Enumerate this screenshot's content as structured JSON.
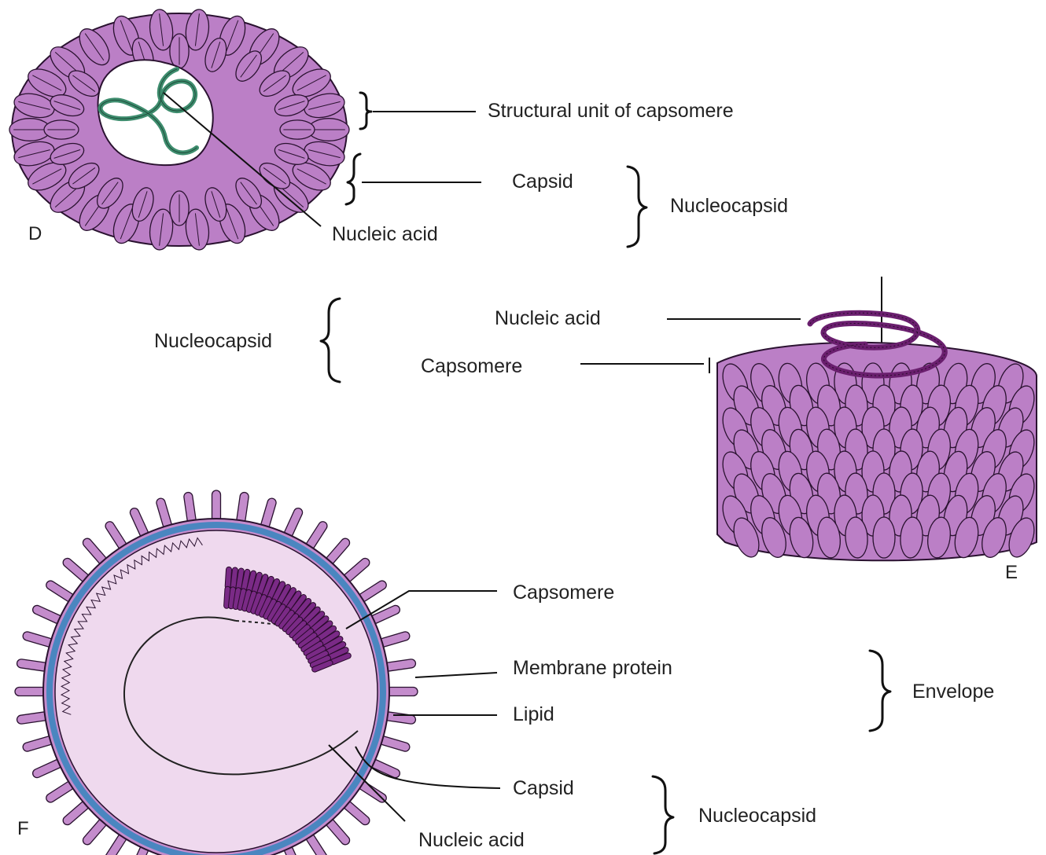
{
  "panels": {
    "D": {
      "letter": "D",
      "labels": {
        "structural_unit": "Structural unit of capsomere",
        "capsid": "Capsid",
        "nucleocapsid": "Nucleocapsid",
        "nucleic_acid": "Nucleic acid"
      }
    },
    "E": {
      "letter": "E",
      "labels": {
        "nucleic_acid": "Nucleic acid",
        "capsomere": "Capsomere",
        "nucleocapsid": "Nucleocapsid"
      }
    },
    "F": {
      "letter": "F",
      "labels": {
        "capsomere": "Capsomere",
        "membrane_protein": "Membrane protein",
        "lipid": "Lipid",
        "envelope": "Envelope",
        "capsid": "Capsid",
        "nucleocapsid": "Nucleocapsid",
        "nucleic_acid": "Nucleic acid"
      }
    }
  },
  "colors": {
    "capsid_purple": "#bb7fc6",
    "outline_dark": "#2a1230",
    "nucleic_acid_green": "#3e8d6e",
    "nucleic_acid_purple": "#6a1f6e",
    "envelope_interior": "#efd9ee",
    "lipid_blue": "#4a86c0",
    "spike_purple": "#c48ccc"
  }
}
